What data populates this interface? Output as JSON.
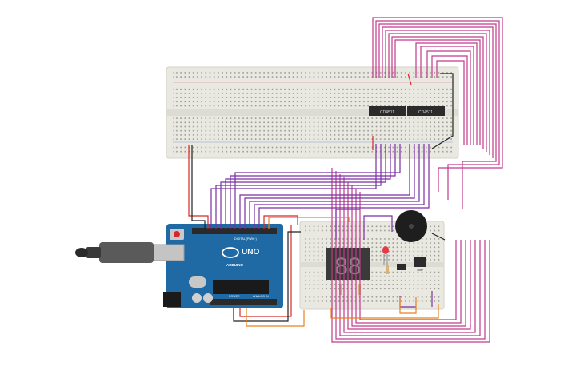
{
  "arduino": {
    "brand_label": "ARDUINO",
    "model_label": "UNO",
    "digital_label": "DIGITAL (PWM~)",
    "power_label": "POWER",
    "analog_label": "ANALOG IN"
  },
  "chips": {
    "chip1_label": "CD4511",
    "chip2_label": "CD4511"
  },
  "display": {
    "digits": "88"
  },
  "sensor": {
    "label": "TMP"
  },
  "colors": {
    "wire_magenta": "#c2398a",
    "wire_purple": "#7a2fa3",
    "wire_red": "#d62828",
    "wire_black": "#222222",
    "wire_orange": "#e8821e",
    "arduino_blue": "#1f6aa5",
    "breadboard": "#e9e9e2"
  }
}
